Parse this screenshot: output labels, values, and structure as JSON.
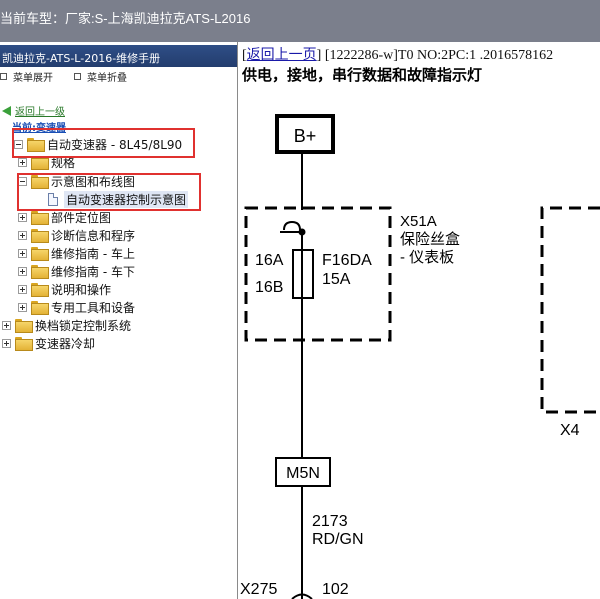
{
  "titlebar": {
    "label": "当前车型：",
    "maker": "厂家:S-上海凯迪拉克ATS-L2016"
  },
  "left_panel": {
    "manual_title": "凯迪拉克-ATS-L-2016-维修手册",
    "toolbar": {
      "expand_label": "菜单展开",
      "collapse_label": "菜单折叠"
    },
    "back_label": "返回上一级",
    "current_label": "当前:变速器",
    "tree": [
      {
        "label": "自动变速器 - 8L45/8L90",
        "level": 1,
        "expander": "minus",
        "icon": "folder"
      },
      {
        "label": "规格",
        "level": 2,
        "expander": "plus",
        "icon": "folder"
      },
      {
        "label": "示意图和布线图",
        "level": 2,
        "expander": "minus",
        "icon": "folder"
      },
      {
        "label": "自动变速器控制示意图",
        "level": 3,
        "expander": "none",
        "icon": "doc",
        "selected": true
      },
      {
        "label": "部件定位图",
        "level": 2,
        "expander": "plus",
        "icon": "folder"
      },
      {
        "label": "诊断信息和程序",
        "level": 2,
        "expander": "plus",
        "icon": "folder"
      },
      {
        "label": "维修指南 - 车上",
        "level": 2,
        "expander": "plus",
        "icon": "folder"
      },
      {
        "label": "维修指南 - 车下",
        "level": 2,
        "expander": "plus",
        "icon": "folder"
      },
      {
        "label": "说明和操作",
        "level": 2,
        "expander": "plus",
        "icon": "folder"
      },
      {
        "label": "专用工具和设备",
        "level": 2,
        "expander": "plus",
        "icon": "folder"
      },
      {
        "label": "换档锁定控制系统",
        "level": 1,
        "expander": "plus",
        "icon": "folder"
      },
      {
        "label": "变速器冷却",
        "level": 1,
        "expander": "plus",
        "icon": "folder"
      }
    ]
  },
  "document": {
    "back_link": "返回上一页",
    "meta": "] [1222286-w]T0 NO:2PC:1 .2016578162",
    "title": "供电，接地，串行数据和故障指示灯",
    "diagram": {
      "power_label": "B+",
      "fuse_box_id": "X51A",
      "fuse_box_name_1": "保险丝盒",
      "fuse_box_name_2": "- 仪表板",
      "pin_top": "16A",
      "pin_bottom": "16B",
      "fuse_name": "F16DA",
      "fuse_rating": "15A",
      "connector_right": "X4",
      "splice": "M5N",
      "circuit_number": "2173",
      "wire_color": "RD/GN",
      "connector_bottom": "X275",
      "pin_bottom_number": "102"
    }
  },
  "colors": {
    "titlebar_bg": "#7b7f8c",
    "manual_header_bg": "#2a4a80",
    "highlight_box": "#e0312f",
    "link_color": "#1a1aa8"
  }
}
